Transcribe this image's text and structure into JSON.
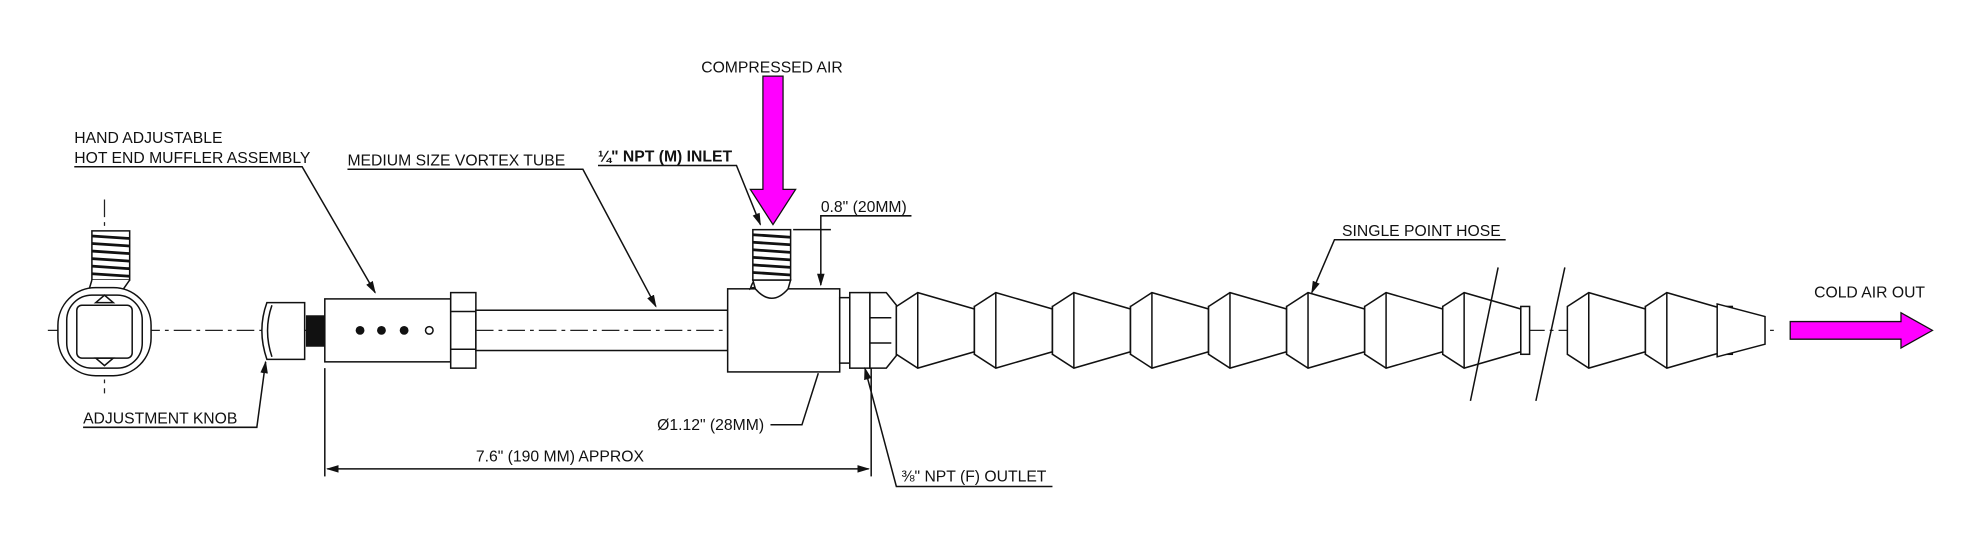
{
  "labels": {
    "compressed_air": "COMPRESSED AIR",
    "hand_adjustable": "HAND ADJUSTABLE",
    "hot_end_muffler": "HOT END MUFFLER ASSEMBLY",
    "vortex_tube": "MEDIUM SIZE VORTEX TUBE",
    "inlet": "¼\" NPT (M) INLET",
    "inlet_height": "0.8\" (20MM)",
    "single_point_hose": "SINGLE POINT HOSE",
    "cold_air_out": "COLD AIR OUT",
    "adjustment_knob": "ADJUSTMENT KNOB",
    "diameter": "Ø1.12\" (28MM)",
    "length": "7.6\" (190 MM) APPROX",
    "outlet": "⅜\" NPT (F) OUTLET"
  },
  "colors": {
    "arrow": "#ff00ff",
    "line": "#111111"
  }
}
